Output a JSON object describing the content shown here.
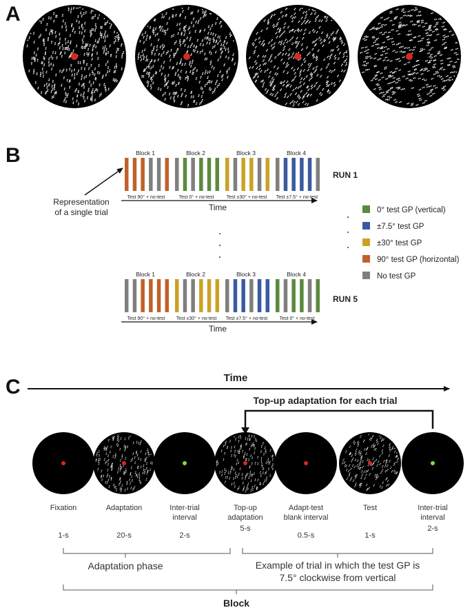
{
  "panel_a": {
    "label": "A",
    "stimuli_count": 4
  },
  "panel_b": {
    "label": "B",
    "runs": [
      {
        "name": "RUN 1",
        "blocks": [
          {
            "title": "Block 1",
            "caption": "Test 90° + no-test",
            "colors": [
              "orange",
              "orange",
              "orange",
              "gray",
              "gray",
              "orange"
            ]
          },
          {
            "title": "Block 2",
            "caption": "Test 0° + no-test",
            "colors": [
              "gray",
              "green",
              "gray",
              "green",
              "green",
              "green"
            ]
          },
          {
            "title": "Block 3",
            "caption": "Test ±30° + no-test",
            "colors": [
              "yellow",
              "gray",
              "yellow",
              "yellow",
              "gray",
              "yellow"
            ]
          },
          {
            "title": "Block 4",
            "caption": "Test ±7.5° + no-test",
            "colors": [
              "gray",
              "blue",
              "blue",
              "blue",
              "blue",
              "gray"
            ]
          }
        ],
        "time_label": "Time"
      },
      {
        "name": "RUN 5",
        "blocks": [
          {
            "title": "Block 1",
            "caption": "Test 90° + no-test",
            "colors": [
              "gray",
              "gray",
              "orange",
              "orange",
              "orange",
              "orange"
            ]
          },
          {
            "title": "Block 2",
            "caption": "Test ±30° + no-test",
            "colors": [
              "yellow",
              "gray",
              "gray",
              "yellow",
              "yellow",
              "yellow"
            ]
          },
          {
            "title": "Block 3",
            "caption": "Test ±7.5° + no-test",
            "colors": [
              "gray",
              "blue",
              "blue",
              "gray",
              "blue",
              "blue"
            ]
          },
          {
            "title": "Block 4",
            "caption": "Test 0° + no-test",
            "colors": [
              "green",
              "gray",
              "green",
              "green",
              "gray",
              "green"
            ]
          }
        ],
        "time_label": "Time"
      }
    ],
    "annotation_line1": "Representation",
    "annotation_line2": "of a single trial",
    "legend": [
      {
        "label": "0° test GP (vertical)",
        "color": "#5b8a3c"
      },
      {
        "label": "±7.5° test GP",
        "color": "#3a5ba0"
      },
      {
        "label": "±30° test GP",
        "color": "#c9a227"
      },
      {
        "label": "90° test GP (horizontal)",
        "color": "#c0612b"
      },
      {
        "label": "No test GP",
        "color": "#7f7f7f"
      }
    ],
    "colors": {
      "orange": "#c0612b",
      "green": "#5b8a3c",
      "yellow": "#c9a227",
      "blue": "#3a5ba0",
      "gray": "#7f7f7f"
    }
  },
  "panel_c": {
    "label": "C",
    "time_label": "Time",
    "topup_label": "Top-up adaptation for each trial",
    "stages": [
      {
        "line1": "Fixation",
        "line2": "",
        "duration": "1-s",
        "content": "fixation-red"
      },
      {
        "line1": "Adaptation",
        "line2": "",
        "duration": "20-s",
        "content": "dots-red"
      },
      {
        "line1": "Inter-trial",
        "line2": "interval",
        "duration": "2-s",
        "content": "fixation-green"
      },
      {
        "line1": "Top-up",
        "line2": "adaptation",
        "duration": "5-s",
        "content": "dots-red"
      },
      {
        "line1": "Adapt-test",
        "line2": "blank interval",
        "duration": "0.5-s",
        "content": "fixation-red"
      },
      {
        "line1": "Test",
        "line2": "",
        "duration": "1-s",
        "content": "dots-red"
      },
      {
        "line1": "Inter-trial",
        "line2": "interval",
        "duration": "2-s",
        "content": "fixation-green"
      }
    ],
    "adaptation_phase_label": "Adaptation phase",
    "example_line1": "Example of trial in which the test GP is",
    "example_line2": "7.5° clockwise from vertical",
    "block_label": "Block"
  }
}
